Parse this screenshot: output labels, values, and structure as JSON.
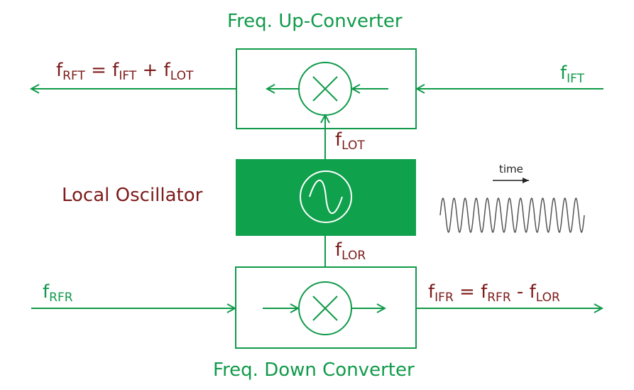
{
  "colors": {
    "accent": "#109a4a",
    "oscillator_fill": "#0fa14c",
    "label": "#7d1a1a",
    "wave": "#555555"
  },
  "icons": {
    "mixer": "mixer-x-icon",
    "oscillator": "sine-circle-icon"
  },
  "up_converter": {
    "title": "Freq. Up-Converter",
    "input": {
      "base": "f",
      "sub": "IFT"
    },
    "output": {
      "lhs": {
        "base": "f",
        "sub": "RFT"
      },
      "op1": "=",
      "t1": {
        "base": "f",
        "sub": "IFT"
      },
      "op2": "+",
      "t2": {
        "base": "f",
        "sub": "LOT"
      }
    }
  },
  "local_oscillator": {
    "title": "Local Oscillator",
    "out_up": {
      "base": "f",
      "sub": "LOT"
    },
    "out_down": {
      "base": "f",
      "sub": "LOR"
    }
  },
  "down_converter": {
    "title": "Freq. Down Converter",
    "input": {
      "base": "f",
      "sub": "RFR"
    },
    "output": {
      "lhs": {
        "base": "f",
        "sub": "IFR"
      },
      "op1": "=",
      "t1": {
        "base": "f",
        "sub": "RFR"
      },
      "op2": "-",
      "t2": {
        "base": "f",
        "sub": "LOR"
      }
    }
  },
  "waveform": {
    "axis_label": "time",
    "cycles": 13
  }
}
